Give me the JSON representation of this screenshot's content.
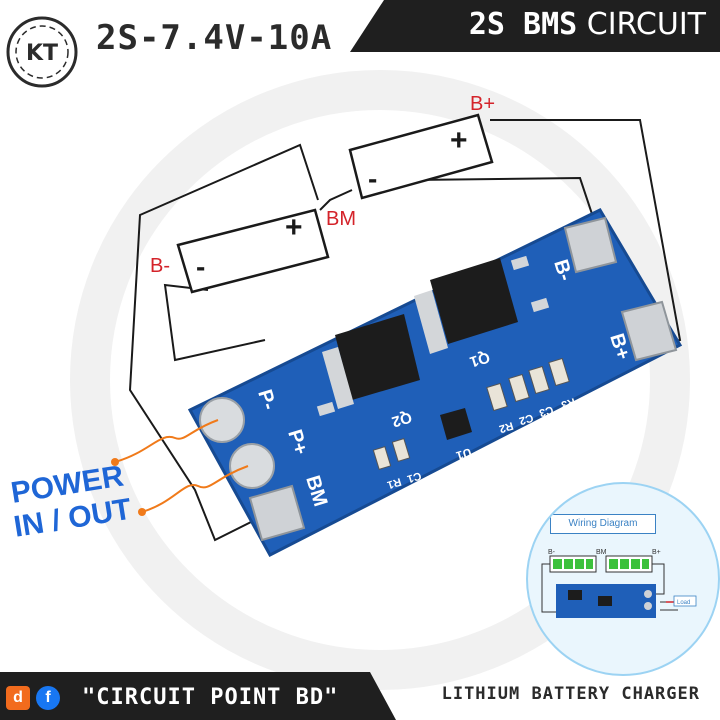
{
  "header": {
    "spec": "2S-7.4V-10A",
    "title_bold": "2S BMS",
    "title_light": "CIRCUIT"
  },
  "logo": {
    "text": "KT"
  },
  "diagram": {
    "cell_plus": "+",
    "cell_minus": "-",
    "label_b_plus": "B+",
    "label_b_minus": "B-",
    "label_bm": "BM"
  },
  "pcb": {
    "pad_p_minus": "P-",
    "pad_p_plus": "P+",
    "pad_bm": "BM",
    "pad_b_minus": "B-",
    "pad_b_plus": "B+",
    "q1": "Q1",
    "q2": "Q2",
    "u1": "U1",
    "c1": "C1",
    "r1": "R1",
    "r2": "R2",
    "r3": "R3",
    "c2": "C2",
    "c3": "C3"
  },
  "power_label": {
    "line1": "POWER",
    "line2": "IN / OUT"
  },
  "inset": {
    "title": "Wiring Diagram",
    "b_minus": "B-",
    "bm": "BM",
    "b_plus": "B+",
    "load": "Load"
  },
  "footer": {
    "brand": "\"CIRCUIT POINT BD\"",
    "tagline": "LITHIUM BATTERY CHARGER"
  },
  "colors": {
    "pcb_blue": "#1f5fb8",
    "pad_silver": "#cfd2d6",
    "power_blue": "#1f66d6",
    "wire_orange": "#f07a1a",
    "header_dark": "#1f1f1f"
  }
}
